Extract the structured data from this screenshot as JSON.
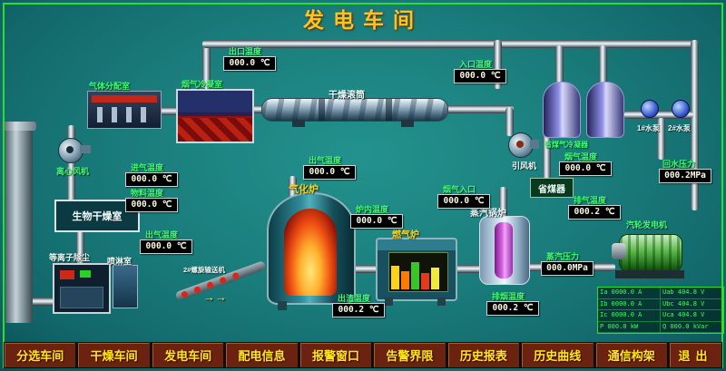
{
  "title": "发电车间",
  "colors": {
    "background_teal": "#1a7d7c",
    "frame_green": "#2be02b",
    "title_yellow": "#ffc21e",
    "label_green": "#3dff6e",
    "nav_button_red": "#6b2210",
    "nav_text_yellow": "#ffe81e",
    "display_bg": "#000000"
  },
  "equipment": {
    "gas_dist": "气体分配室",
    "condenser_room": "烟气冷凝室",
    "drum": "干燥滚筒",
    "fan_left": "离心风机",
    "bio_room": "生物干燥室",
    "plasma": "等离子除尘",
    "spray": "喷淋室",
    "conveyor": "2#螺旋输送机",
    "gasifier": "气化炉",
    "gas_furnace": "燃气炉",
    "boiler": "蒸汽锅炉",
    "economizer": "省煤器",
    "fan_right": "引风机",
    "tank_condenser": "省煤气冷凝器",
    "turbine": "汽轮发电机",
    "pump1": "1#水泵",
    "pump2": "2#水泵",
    "arrows": "→→"
  },
  "gauges": [
    {
      "label": "出口温度",
      "value": "000.0 ℃"
    },
    {
      "label": "入口温度",
      "value": "000.0 ℃"
    },
    {
      "label": "进气温度",
      "value": "000.0 ℃"
    },
    {
      "label": "物料温度",
      "value": "000.0 ℃"
    },
    {
      "label": "出气温度",
      "value": "000.0 ℃"
    },
    {
      "label": "出气温度",
      "value": "000.0 ℃"
    },
    {
      "label": "炉内温度",
      "value": "000.0 ℃"
    },
    {
      "label": "烟气入口",
      "value": "000.0 ℃"
    },
    {
      "label": "烟气温度",
      "value": "000.0 ℃"
    },
    {
      "label": "排气温度",
      "value": "000.2 ℃"
    },
    {
      "label": "蒸汽压力",
      "value": "000.0MPa"
    },
    {
      "label": "回水压力",
      "value": "000.2MPa"
    },
    {
      "label": "出渣温度",
      "value": "000.2 ℃"
    },
    {
      "label": "排烟温度",
      "value": "000.2 ℃"
    }
  ],
  "meter": {
    "rows": [
      {
        "a": "Ia 0000.0 A",
        "b": "Uab 404.8 V"
      },
      {
        "a": "Ib 0000.0 A",
        "b": "Ubc 404.8 V"
      },
      {
        "a": "Ic 0000.0 A",
        "b": "Uca 404.8 V"
      },
      {
        "a": "P 000.0 kW",
        "b": "Q 000.0 kVar"
      }
    ]
  },
  "nav": {
    "items": [
      {
        "label": "分选车间"
      },
      {
        "label": "干燥车间"
      },
      {
        "label": "发电车间"
      },
      {
        "label": "配电信息"
      },
      {
        "label": "报警窗口"
      },
      {
        "label": "告警界限"
      },
      {
        "label": "历史报表"
      },
      {
        "label": "历史曲线"
      },
      {
        "label": "通信构架"
      },
      {
        "label": "退出"
      }
    ]
  }
}
